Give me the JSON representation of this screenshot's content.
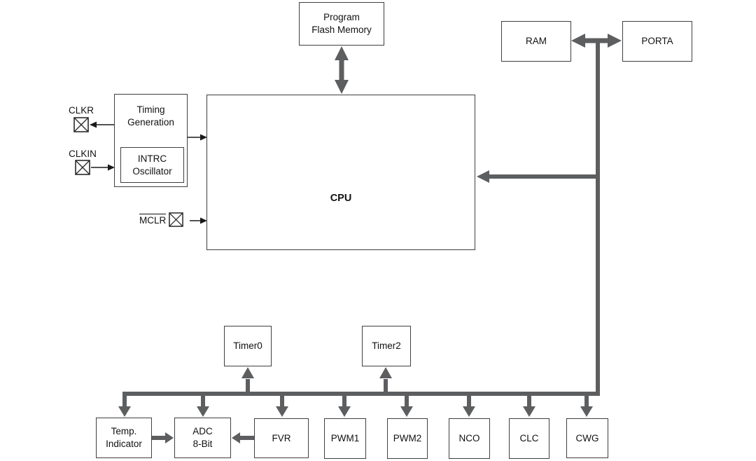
{
  "diagram": {
    "type": "mcu-block-diagram",
    "blocks": {
      "program_flash": {
        "label": "Program\nFlash Memory"
      },
      "ram": {
        "label": "RAM"
      },
      "porta": {
        "label": "PORTA"
      },
      "cpu": {
        "label": "CPU"
      },
      "timing_generation": {
        "label": "Timing\nGeneration"
      },
      "intrc_oscillator": {
        "label": "INTRC\nOscillator"
      },
      "timer0": {
        "label": "Timer0"
      },
      "timer2": {
        "label": "Timer2"
      },
      "temp_indicator": {
        "label": "Temp.\nIndicator"
      },
      "adc": {
        "label": "ADC\n8-Bit"
      },
      "fvr": {
        "label": "FVR"
      },
      "pwm1": {
        "label": "PWM1"
      },
      "pwm2": {
        "label": "PWM2"
      },
      "nco": {
        "label": "NCO"
      },
      "clc": {
        "label": "CLC"
      },
      "cwg": {
        "label": "CWG"
      }
    },
    "pins": {
      "clkr": {
        "label": "CLKR"
      },
      "clkin": {
        "label": "CLKIN"
      },
      "mclr": {
        "label": "MCLR",
        "overline": true
      }
    },
    "connections": [
      {
        "from": "program_flash",
        "to": "cpu",
        "style": "bus",
        "direction": "both"
      },
      {
        "from": "ram",
        "to": "porta",
        "style": "bus",
        "direction": "both"
      },
      {
        "from": "system_bus",
        "to": "cpu",
        "style": "bus",
        "direction": "forward"
      },
      {
        "from": "system_bus",
        "to": "temp_indicator",
        "style": "bus",
        "direction": "forward"
      },
      {
        "from": "system_bus",
        "to": "adc",
        "style": "bus",
        "direction": "forward"
      },
      {
        "from": "system_bus",
        "to": "timer0",
        "style": "bus",
        "direction": "forward"
      },
      {
        "from": "system_bus",
        "to": "fvr",
        "style": "bus",
        "direction": "forward"
      },
      {
        "from": "system_bus",
        "to": "pwm1",
        "style": "bus",
        "direction": "forward"
      },
      {
        "from": "system_bus",
        "to": "timer2",
        "style": "bus",
        "direction": "forward"
      },
      {
        "from": "system_bus",
        "to": "pwm2",
        "style": "bus",
        "direction": "forward"
      },
      {
        "from": "system_bus",
        "to": "nco",
        "style": "bus",
        "direction": "forward"
      },
      {
        "from": "system_bus",
        "to": "clc",
        "style": "bus",
        "direction": "forward"
      },
      {
        "from": "system_bus",
        "to": "cwg",
        "style": "bus",
        "direction": "forward"
      },
      {
        "from": "temp_indicator",
        "to": "adc",
        "style": "bus",
        "direction": "forward"
      },
      {
        "from": "fvr",
        "to": "adc",
        "style": "bus",
        "direction": "forward"
      },
      {
        "from": "timing_generation",
        "to": "cpu",
        "style": "signal",
        "direction": "forward"
      },
      {
        "from": "timing_generation",
        "to": "clkr",
        "style": "signal",
        "direction": "forward"
      },
      {
        "from": "clkin",
        "to": "timing_generation",
        "style": "signal",
        "direction": "forward"
      },
      {
        "from": "mclr",
        "to": "cpu",
        "style": "signal",
        "direction": "forward"
      }
    ],
    "colors": {
      "bus_arrow": "#5d5e60",
      "box_border": "#3f3f3f",
      "thin_arrow": "#1a1a1a",
      "text": "#111111",
      "background": "#ffffff"
    }
  }
}
